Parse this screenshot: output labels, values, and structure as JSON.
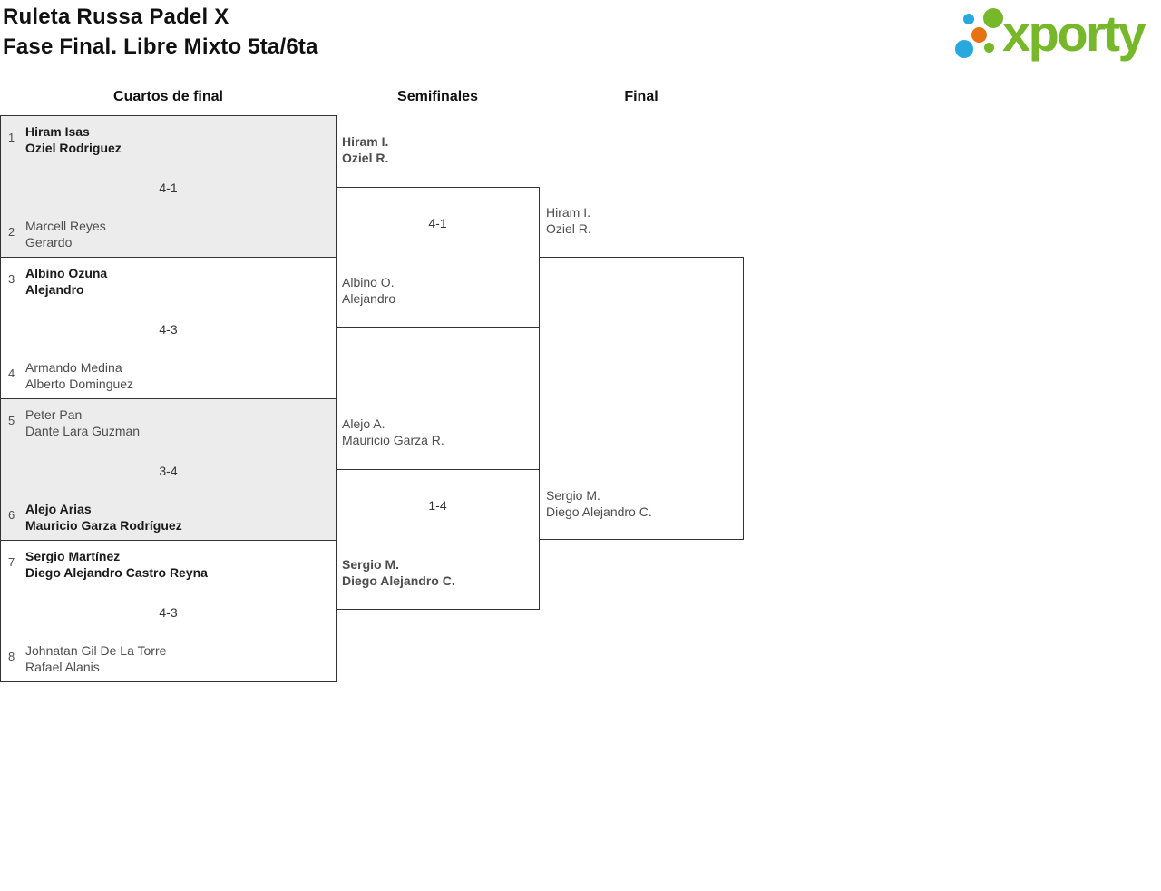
{
  "header": {
    "title_line1": "Ruleta Russa Padel X",
    "title_line2": "Fase Final. Libre Mixto 5ta/6ta",
    "logo_text": "xporty"
  },
  "columns": {
    "quarterfinals": "Cuartos de final",
    "semifinals": "Semifinales",
    "final": "Final"
  },
  "colors": {
    "winner_text": "#1a1a1a",
    "loser_text": "#4d4d4d",
    "box_border": "#333333",
    "shaded_box_fill": "#ececec",
    "logo_green": "#76b82a",
    "logo_blue": "#29a8e0",
    "logo_orange": "#e57313"
  },
  "bracket": {
    "quarterfinals": [
      {
        "seed1": "1",
        "team1": [
          "Hiram Isas",
          "Oziel Rodriguez"
        ],
        "team1_winner": true,
        "score": "4-1",
        "seed2": "2",
        "team2": [
          "Marcell Reyes",
          "Gerardo"
        ],
        "team2_winner": false
      },
      {
        "seed1": "3",
        "team1": [
          "Albino Ozuna",
          "Alejandro"
        ],
        "team1_winner": true,
        "score": "4-3",
        "seed2": "4",
        "team2": [
          "Armando Medina",
          "Alberto Dominguez"
        ],
        "team2_winner": false
      },
      {
        "seed1": "5",
        "team1": [
          "Peter Pan",
          "Dante Lara Guzman"
        ],
        "team1_winner": false,
        "score": "3-4",
        "seed2": "6",
        "team2": [
          "Alejo Arias",
          "Mauricio Garza Rodríguez"
        ],
        "team2_winner": true
      },
      {
        "seed1": "7",
        "team1": [
          "Sergio Martínez",
          "Diego Alejandro Castro Reyna"
        ],
        "team1_winner": true,
        "score": "4-3",
        "seed2": "8",
        "team2": [
          "Johnatan Gil De La Torre",
          "Rafael Alanis"
        ],
        "team2_winner": false
      }
    ],
    "semifinals": [
      {
        "team1": [
          "Hiram I.",
          "Oziel R."
        ],
        "team1_winner": true,
        "score": "4-1",
        "team2": [
          "Albino O.",
          "Alejandro"
        ],
        "team2_winner": false
      },
      {
        "team1": [
          "Alejo A.",
          "Mauricio Garza R."
        ],
        "team1_winner": false,
        "score": "1-4",
        "team2": [
          "Sergio M.",
          "Diego Alejandro C."
        ],
        "team2_winner": true
      }
    ],
    "final": {
      "team1": [
        "Hiram I.",
        "Oziel R."
      ],
      "team2": [
        "Sergio M.",
        "Diego Alejandro C."
      ],
      "score": ""
    }
  }
}
